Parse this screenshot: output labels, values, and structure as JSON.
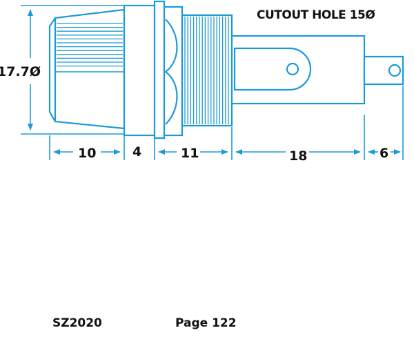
{
  "cutout_label": "CUTOUT HOLE 15Ø",
  "dimensions": {
    "diameter": "17.7Ø",
    "cap_length": "10",
    "flange": "4",
    "thread": "11",
    "body": "18",
    "tab": "6"
  },
  "footer": {
    "part_number": "SZ2020",
    "page": "Page 122"
  },
  "colors": {
    "line": "#1c9ad6",
    "text": "#111111"
  }
}
